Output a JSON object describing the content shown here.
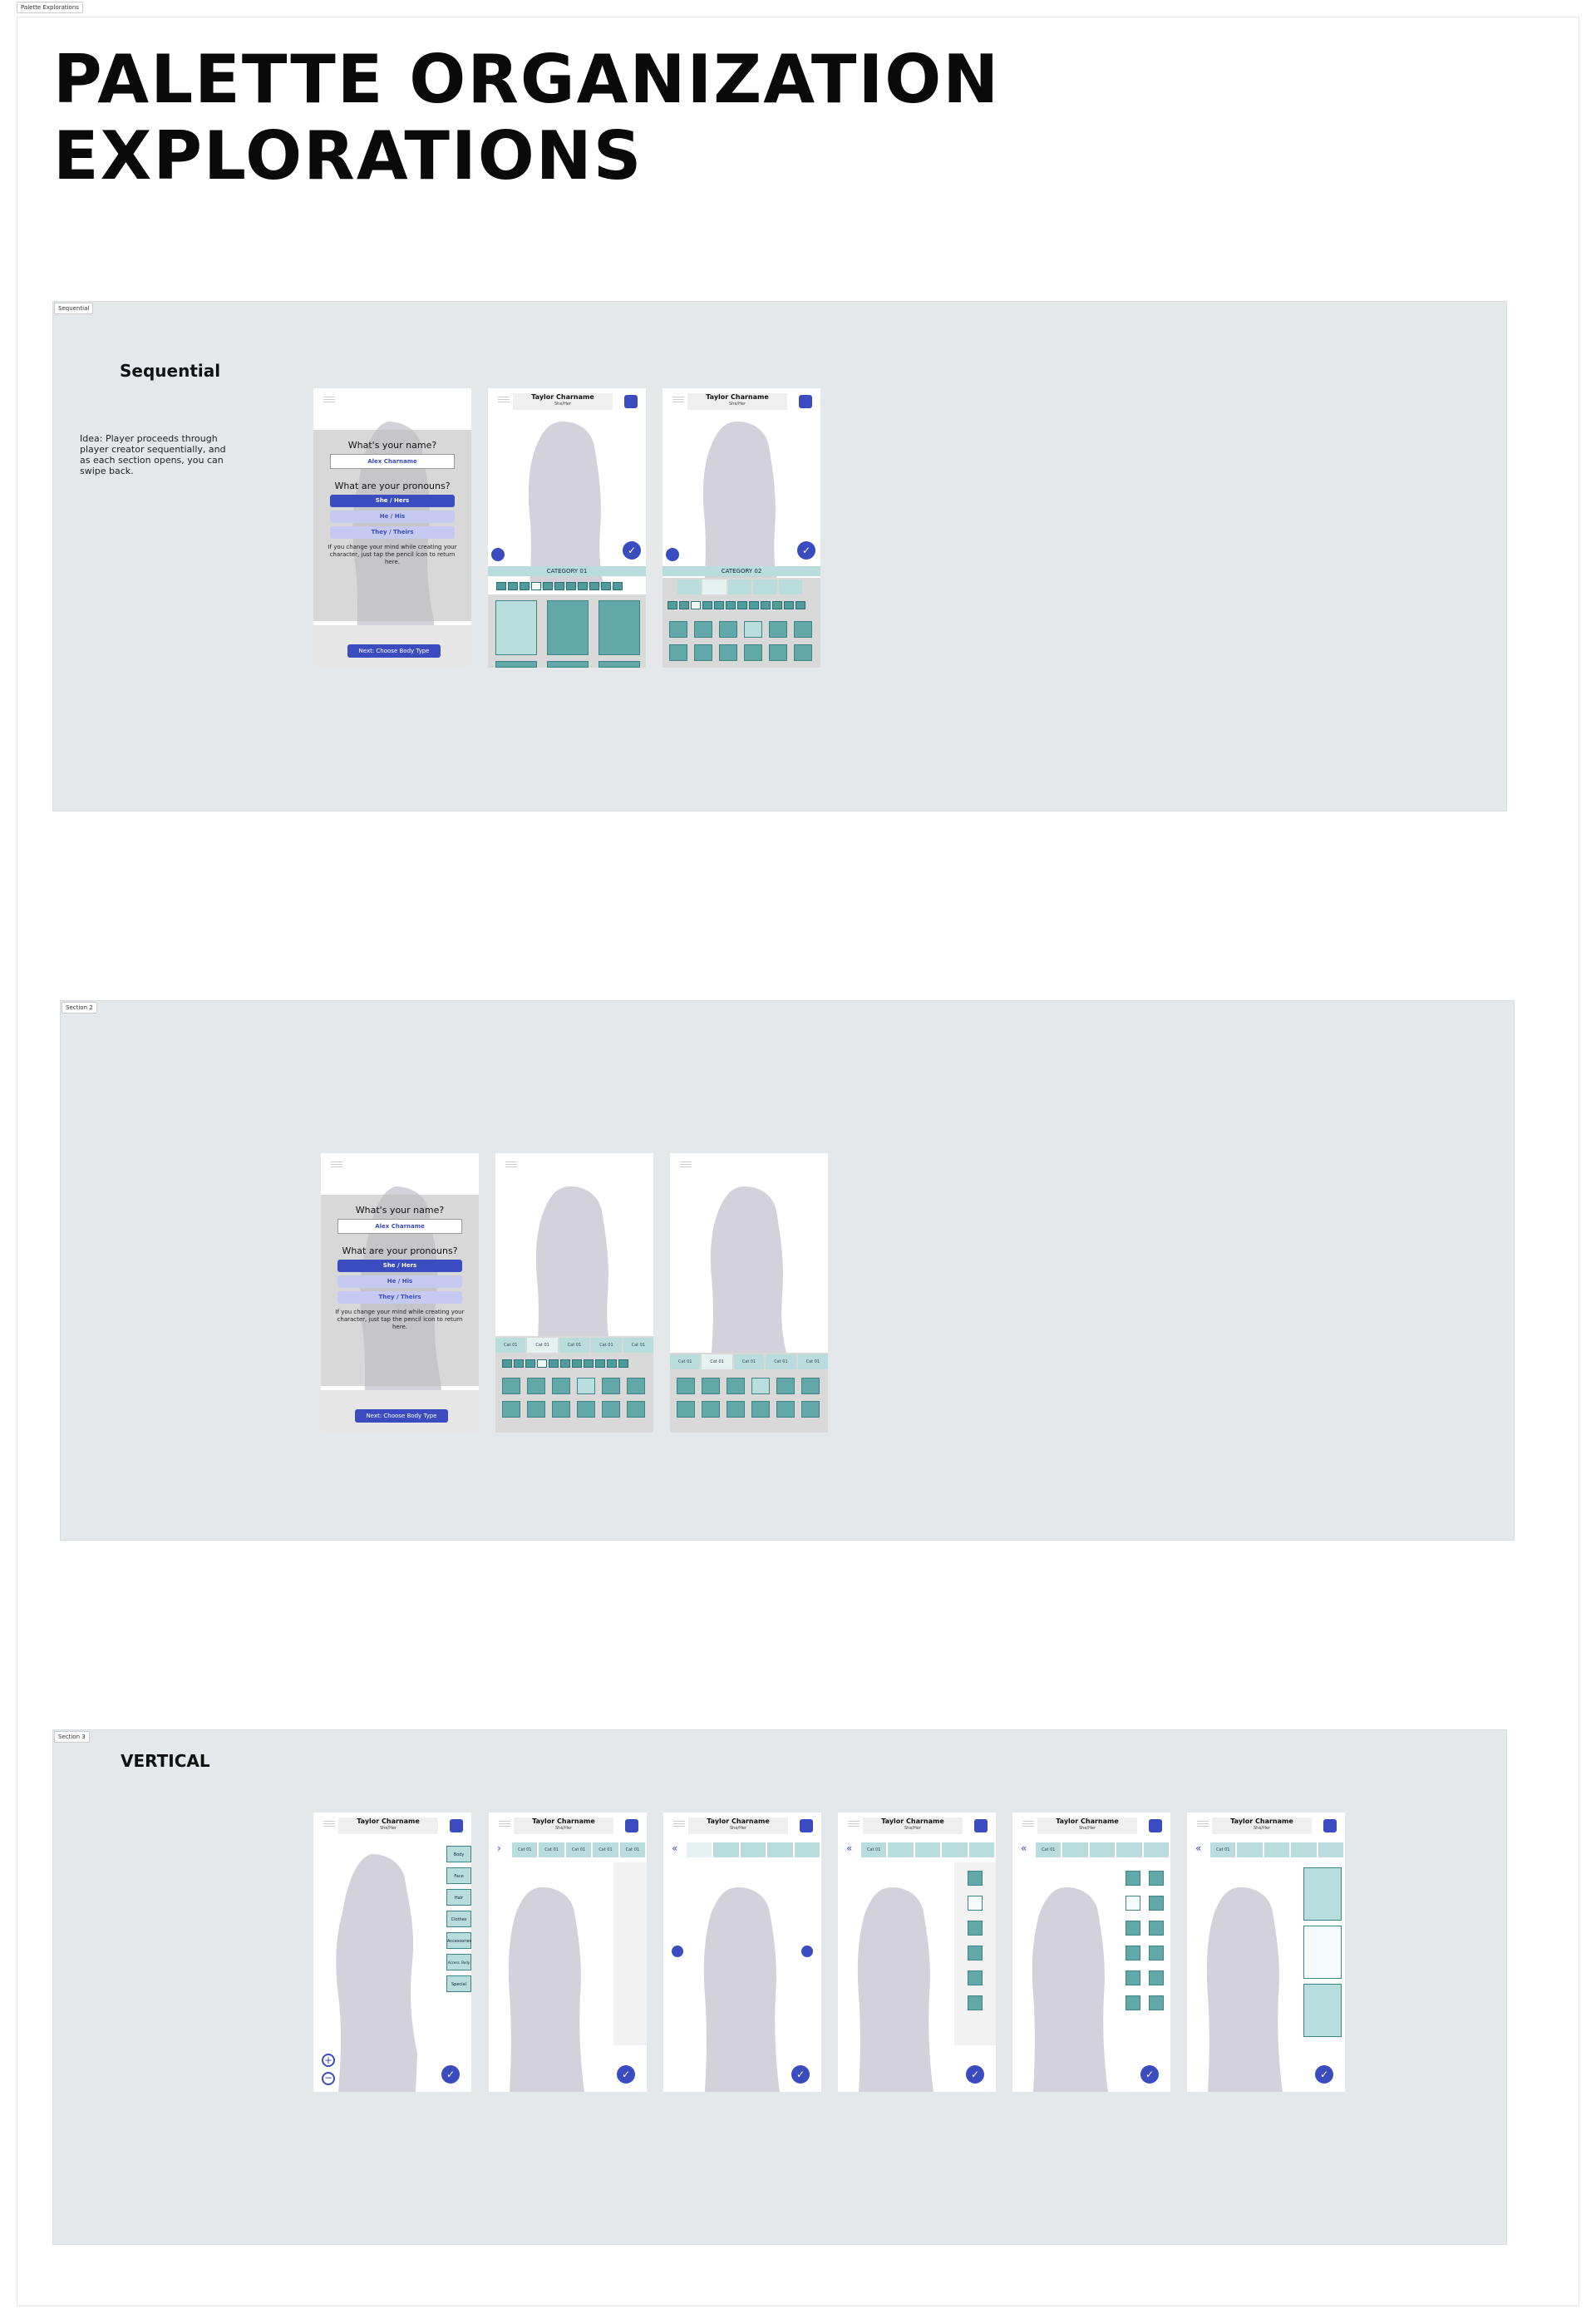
{
  "canvas": {
    "tab_label": "Palette Explorations"
  },
  "page_title_line1": "PALETTE ORGANIZATION",
  "page_title_line2": "EXPLORATIONS",
  "sections": [
    {
      "tag": "Sequential",
      "heading": "Sequential",
      "idea": "Idea: Player proceeds through player creator sequentially, and as each section opens, you can swipe back."
    },
    {
      "tag": "Section 2"
    },
    {
      "tag": "Section 3",
      "heading": "VERTICAL"
    }
  ],
  "onboarding": {
    "name_question": "What's your name?",
    "name_value": "Alex Charname",
    "pronoun_question": "What are your pronouns?",
    "pronouns": [
      "She / Hers",
      "He / His",
      "They / Theirs"
    ],
    "hint": "If you change your mind while creating your character, just tap the pencil icon to return here.",
    "next_button": "Next: Choose Body Type"
  },
  "character": {
    "name": "Taylor Charname",
    "pronouns": "She/Her"
  },
  "categories": {
    "cat1": "CATEGORY 01",
    "cat2": "CATEGORY 02",
    "tab": "Cat 01"
  },
  "vertical_tabs": [
    "Body",
    "Face",
    "Hair",
    "Clothes",
    "Accessories",
    "Access. Body",
    "Special"
  ],
  "colors": {
    "accent": "#3b4cc0",
    "teal": "#63a8a8",
    "teal_light": "#b9dcdc",
    "section_bg": "#e5e8eb",
    "silhouette": "#d3d1da"
  }
}
